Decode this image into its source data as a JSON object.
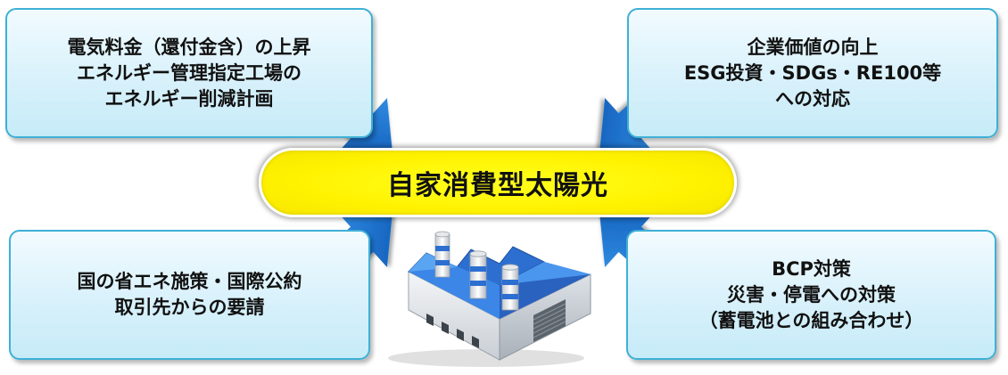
{
  "center": {
    "label": "自家消費型太陽光"
  },
  "boxes": {
    "top_left": {
      "lines": [
        "電気料金（還付金含）の上昇",
        "エネルギー管理指定工場の",
        "エネルギー削減計画"
      ]
    },
    "top_right": {
      "lines": [
        "企業価値の向上",
        "ESG投資・SDGs・RE100等",
        "への対応"
      ]
    },
    "bottom_left": {
      "lines": [
        "国の省エネ施策・国際公約",
        "取引先からの要請"
      ]
    },
    "bottom_right": {
      "lines": [
        "BCP対策",
        "災害・停電への対策",
        "（蓄電池との組み合わせ）"
      ]
    }
  },
  "colors": {
    "box_border": "#3fb0d6",
    "box_fill": "#d8f1fb",
    "arrow": "#1a73c8",
    "center_fill": "#fff200",
    "factory_roof": "#2d6fd0"
  },
  "icons": {
    "arrows": "arrow-icon",
    "factory": "factory-icon"
  }
}
